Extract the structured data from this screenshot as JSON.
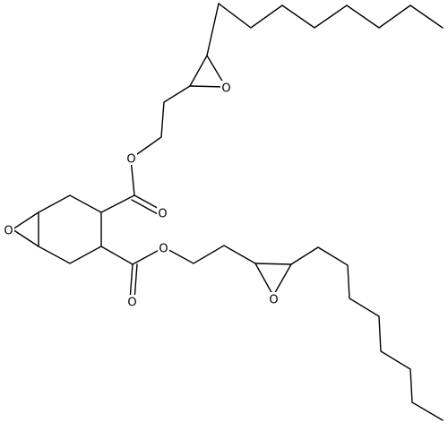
{
  "molecule": {
    "atom_labels": {
      "ester_o_upper": "O",
      "carbonyl_o_upper": "O",
      "epoxide_o_upper": "O",
      "ring_epoxide_o": "O",
      "ester_o_lower": "O",
      "carbonyl_o_lower": "O",
      "epoxide_o_lower": "O"
    },
    "colors": {
      "bond": "#000000",
      "background": "#ffffff"
    }
  }
}
